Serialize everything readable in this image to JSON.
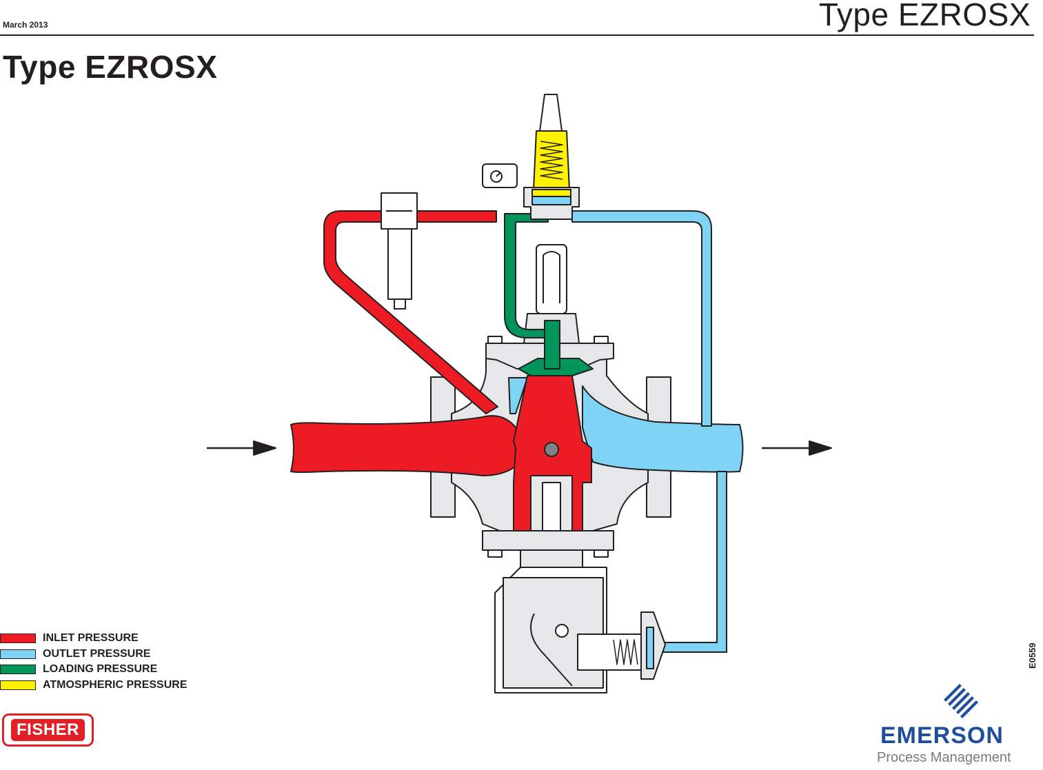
{
  "header": {
    "date": "March 2013",
    "title": "Type EZROSX"
  },
  "page_title": "Type EZROSX",
  "legend": [
    {
      "label": "INLET PRESSURE",
      "color": "#ed1c24"
    },
    {
      "label": "OUTLET PRESSURE",
      "color": "#7fd3f5"
    },
    {
      "label": "LOADING PRESSURE",
      "color": "#00955a"
    },
    {
      "label": "ATMOSPHERIC PRESSURE",
      "color": "#fff200"
    }
  ],
  "figure_code": "E0559",
  "logos": {
    "fisher": "FISHER",
    "emerson": "EMERSON",
    "emerson_sub": "Process Management"
  },
  "colors": {
    "inlet": "#ed1c24",
    "outlet": "#7fd3f5",
    "loading": "#00955a",
    "atmospheric": "#fff200",
    "body": "#e6e7e8",
    "line": "#231f20"
  },
  "icons": [
    "flow-arrow-icon",
    "gauge-icon",
    "emerson-logo-icon"
  ]
}
